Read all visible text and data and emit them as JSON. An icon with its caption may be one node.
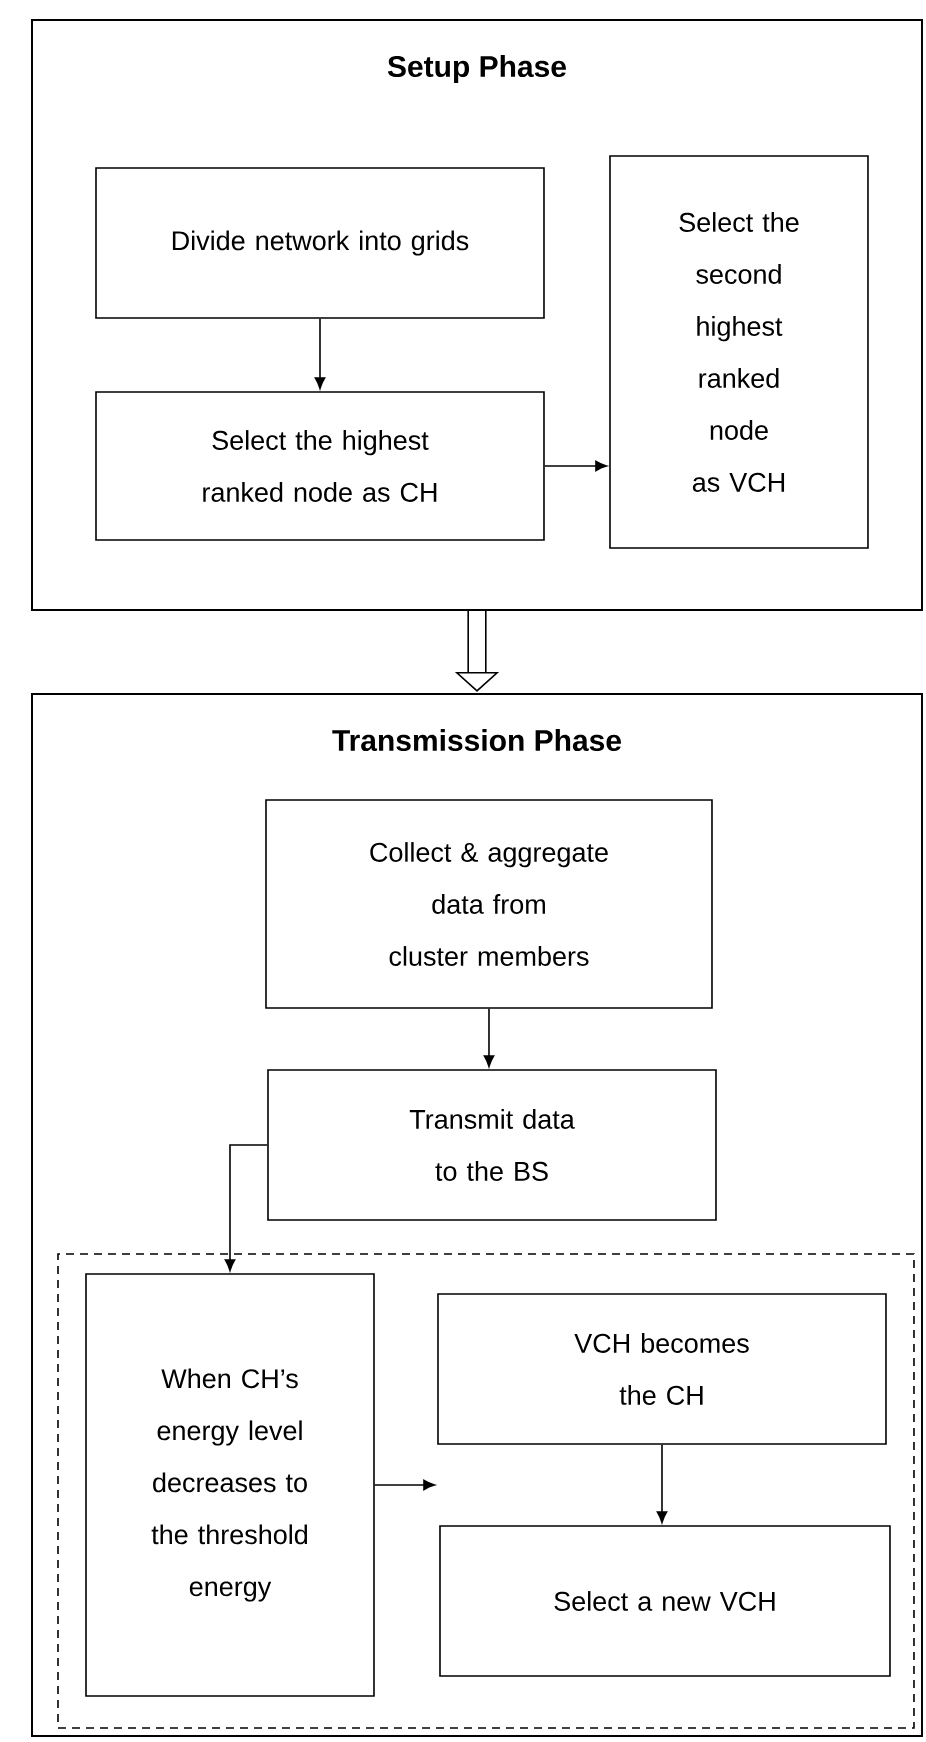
{
  "diagram": {
    "nodes": [
      {
        "text": [
          "Setup Phase"
        ]
      },
      {
        "text": [
          "Divide network into grids"
        ],
        "in": 0
      },
      {
        "text": [
          "Select the highest ranked node as CH"
        ],
        "in": 0
      },
      {
        "text": [
          "Select the second highest ranked node as VCH"
        ],
        "in": 0
      },
      {
        "text": [
          "Transmission Phase"
        ]
      },
      {
        "text": [
          "Collect & aggregate data from cluster members"
        ],
        "in": 4
      },
      {
        "text": [
          "Transmit data to the BS"
        ],
        "in": 4
      },
      {
        "text": [],
        "shape": "box",
        "in": 4
      },
      {
        "text": [
          "When CH’s energy level decreases to the threshold energy"
        ],
        "in": 7
      },
      {
        "text": [
          "VCH becomes the CH"
        ],
        "in": 7
      },
      {
        "text": [
          "Select a new VCH"
        ],
        "in": 7
      }
    ],
    "edges": [
      {
        "from": 1,
        "to": 2,
        "arrow": "to"
      },
      {
        "from": 2,
        "to": 3,
        "arrow": "to"
      },
      {
        "from": 0,
        "to": 4,
        "arrow": "to",
        "style": "thick"
      },
      {
        "from": 5,
        "to": 6,
        "arrow": "to"
      },
      {
        "from": 6,
        "to": 8,
        "arrow": "to"
      },
      {
        "from": 8,
        "to": 9,
        "arrow": "to"
      },
      {
        "from": 9,
        "to": 10,
        "arrow": "to"
      }
    ]
  }
}
